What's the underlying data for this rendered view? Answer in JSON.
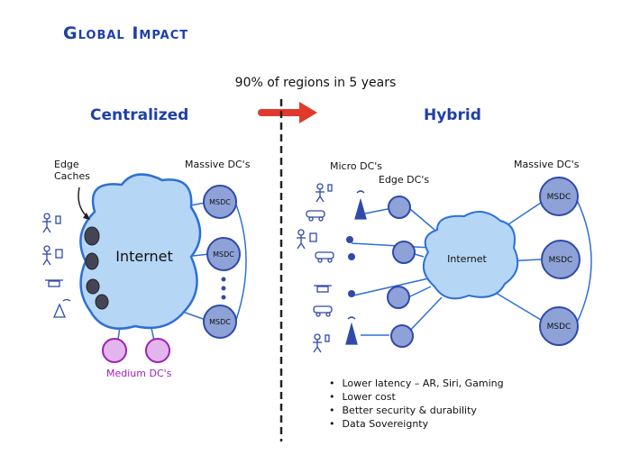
{
  "title": "Global Impact",
  "subtitle": "90% of regions in 5 years",
  "left": {
    "heading": "Centralized",
    "edge_caches_label": "Edge\nCaches",
    "massive_label": "Massive DC's",
    "internet_label": "Internet",
    "msdc_label": "MSDC",
    "medium_label": "Medium DC's"
  },
  "right": {
    "heading": "Hybrid",
    "micro_label": "Micro DC's",
    "edge_label": "Edge DC's",
    "massive_label": "Massive DC's",
    "internet_label": "Internet",
    "msdc_label": "MSDC"
  },
  "bullets": [
    "Lower latency – AR, Siri, Gaming",
    "Lower cost",
    "Better security & durability",
    "Data Sovereignty"
  ],
  "colors": {
    "title": "#1f3fa8",
    "cloud_fill": "#b5d6f5",
    "cloud_stroke": "#2f6fd6",
    "node_fill": "#8ea2d8",
    "node_stroke": "#2f4aa8",
    "medium_fill": "#e2b6ec",
    "medium_stroke": "#a020b8",
    "arrow": "#e23a2a"
  }
}
